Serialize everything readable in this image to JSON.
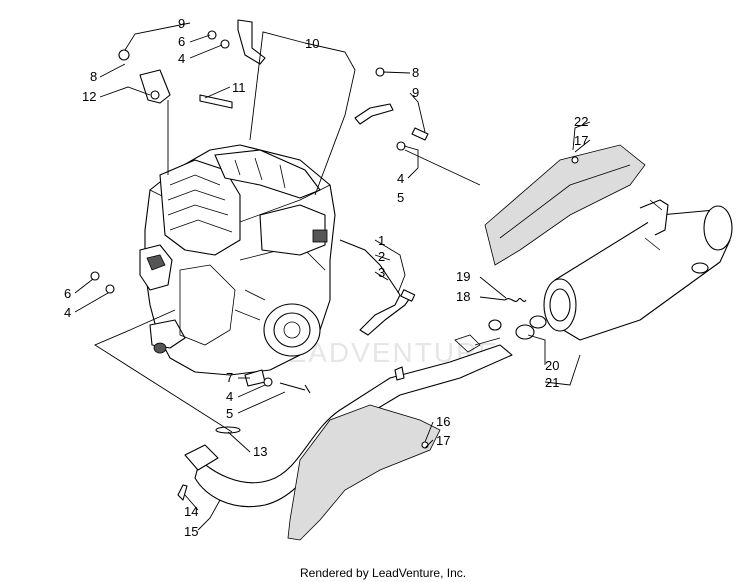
{
  "diagram": {
    "watermark": "LEADVENTURE",
    "footer": "Rendered by LeadVenture, Inc.",
    "callouts": {
      "c9a": "9",
      "c6a": "6",
      "c4a": "4",
      "c10": "10",
      "c8a": "8",
      "c12": "12",
      "c11": "11",
      "c8b": "8",
      "c9b": "9",
      "c4b": "4",
      "c5b": "5",
      "c22": "22",
      "c17a": "17",
      "c1": "1",
      "c2": "2",
      "c3": "3",
      "c19": "19",
      "c18": "18",
      "c6b": "6",
      "c4c": "4",
      "c20": "20",
      "c21": "21",
      "c7": "7",
      "c4d": "4",
      "c5d": "5",
      "c16": "16",
      "c17b": "17",
      "c13": "13",
      "c14": "14",
      "c15": "15"
    }
  }
}
